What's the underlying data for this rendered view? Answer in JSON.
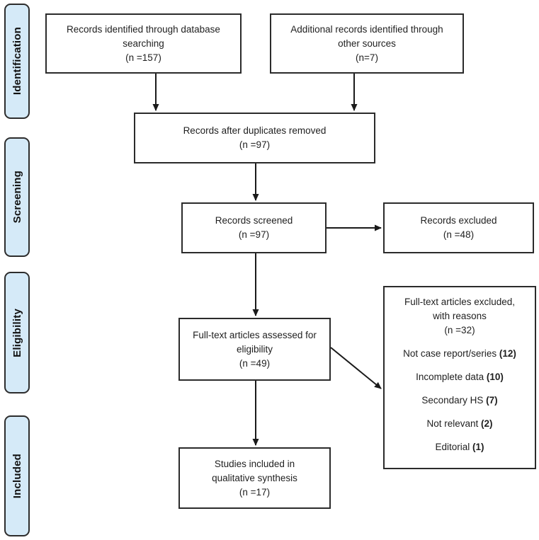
{
  "figure": {
    "type": "prisma-flow-diagram",
    "background": "#ffffff"
  },
  "colors": {
    "stage_fill": "#d5eaf8",
    "stage_border": "#2d2d2d",
    "box_border": "#2b2b2b",
    "arrow": "#1a1a1a",
    "text": "#1f1f1f"
  },
  "sidebar": {
    "items": [
      {
        "label": "Identification"
      },
      {
        "label": "Screening"
      },
      {
        "label": "Eligibility"
      },
      {
        "label": "Included"
      }
    ]
  },
  "flow": {
    "records_identified": {
      "lines": [
        "Records identified through database",
        "searching",
        "(n =157)"
      ]
    },
    "additional_records": {
      "lines": [
        "Additional records identified through",
        "other sources",
        "(n=7)"
      ]
    },
    "duplicates_removed": {
      "lines": [
        "Records after duplicates removed",
        "(n =97)"
      ]
    },
    "records_screened": {
      "lines": [
        "Records screened",
        "(n =97)"
      ]
    },
    "records_excluded": {
      "lines": [
        "Records excluded",
        "(n =48)"
      ]
    },
    "fulltext_assessed": {
      "lines": [
        "Full-text articles assessed for",
        "eligibility",
        "(n =49)"
      ]
    },
    "fulltext_excluded": {
      "title_lines": [
        "Full-text articles excluded,",
        "with reasons",
        "(n =32)"
      ],
      "reasons": [
        {
          "label": "Not case report/series",
          "count": "(12)"
        },
        {
          "label": "Incomplete data",
          "count": "(10)"
        },
        {
          "label": "Secondary HS",
          "count": "(7)"
        },
        {
          "label": "Not relevant",
          "count": "(2)"
        },
        {
          "label": "Editorial",
          "count": "(1)"
        }
      ]
    },
    "studies_included": {
      "lines": [
        "Studies included in",
        "qualitative synthesis",
        "(n =17)"
      ]
    }
  }
}
